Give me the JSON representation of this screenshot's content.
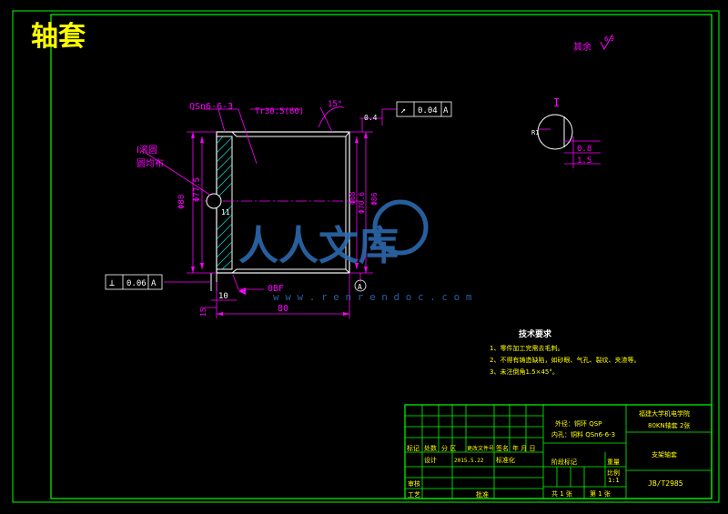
{
  "title": "轴套",
  "roughness": {
    "label": "其余",
    "value": "6.3"
  },
  "material_label": "QSn6-6-3",
  "thread_note": "Tr30.5(80)",
  "angle_note": "15°",
  "chamfer_top": "0.4",
  "geo_tol_top": {
    "symbol": "↗",
    "value": "0.04",
    "datum": "A"
  },
  "geo_tol_left": {
    "symbol": "⊥",
    "value": "0.06",
    "datum": "A"
  },
  "datum_label": "A",
  "rolling_note_1": "I滚圆",
  "rolling_note_2": "圆均布",
  "dims": {
    "d_outer": "Φ80",
    "d_mid": "Φ77.5",
    "d_hole": "Φ68",
    "d_inner": "Φ70.6",
    "d_right": "Φ86",
    "len_11": "11",
    "len_10": "10",
    "len_15": "15",
    "len_80": "80",
    "r_sf": "0BF"
  },
  "detail": {
    "label": "I",
    "r_small": "R1",
    "v1": "0.8",
    "v2": "1.5"
  },
  "watermark": {
    "text": "人人文库",
    "url": "w w w . r e n r e n d o c . c o m"
  },
  "tech_req": {
    "title": "技术要求",
    "items": [
      "1、零件加工完需去毛刺。",
      "2、不得有铸造缺陷，如砂眼、气孔、裂纹、夹渣等。",
      "3、未注倒角1.5×45°。"
    ]
  },
  "title_block": {
    "school": "福建大学机电学院",
    "drawing": "80KN轴套 2张",
    "material_1": "外径：铜环 QSP",
    "material_2": "内孔：铜料 QSn6-6-3",
    "part_name": "支架轴套",
    "header_cols": [
      "标记",
      "处数",
      "分 区",
      "更改文件号",
      "签名",
      "年 月 日"
    ],
    "row_labels": [
      "设计",
      "标准化"
    ],
    "design_date": "2015.5.22",
    "left_labels": [
      "审核",
      "工艺"
    ],
    "approve": "批准",
    "stage": "阶段标记",
    "weight": "重量",
    "scale_label": "比例",
    "scale": "1:1",
    "code": "JB/T2985",
    "sheets": "共 1 张",
    "sheet": "第 1 张"
  },
  "colors": {
    "frame": "#00ff00",
    "drawing": "#ffffff",
    "dimension": "#ff00ff",
    "text": "#ffff00",
    "watermark": "#2e6fb8",
    "hatch": "#00ffff"
  }
}
